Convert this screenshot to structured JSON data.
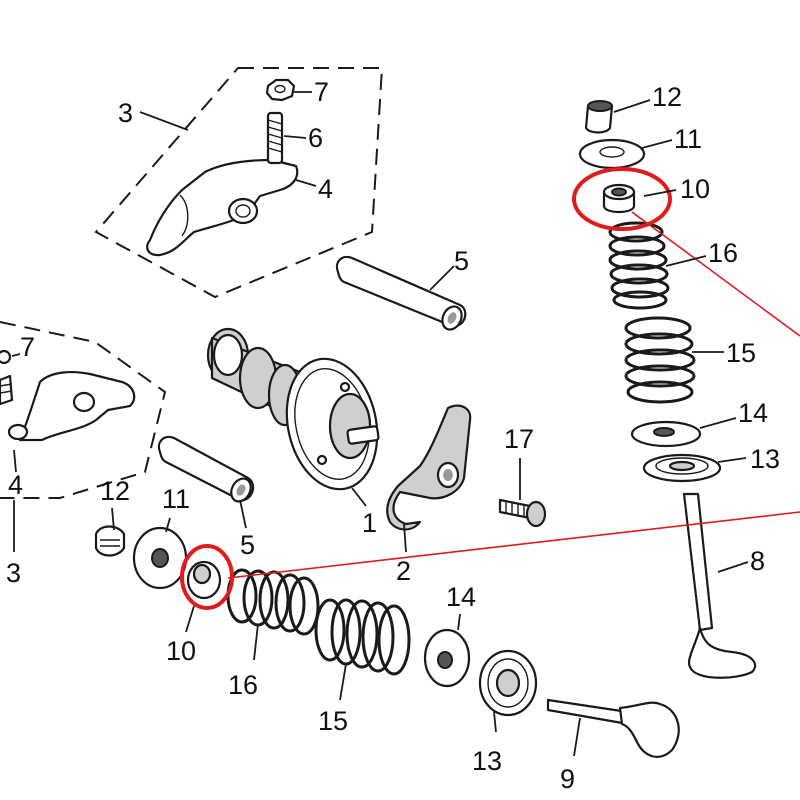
{
  "colors": {
    "highlight": "#e01b1b",
    "ink": "#1a1a1a"
  },
  "callouts": {
    "c3_top": "3",
    "c7_top": "7",
    "c6": "6",
    "c4_top": "4",
    "c5_top": "5",
    "c7_left": "7",
    "c4_left": "4",
    "c3_left": "3",
    "c12_left": "12",
    "c11_left": "11",
    "c5_left": "5",
    "c1": "1",
    "c2": "2",
    "c17": "17",
    "c10_left": "10",
    "c16_left": "16",
    "c15_left": "15",
    "c14_left": "14",
    "c13_left": "13",
    "c9": "9",
    "c12_right": "12",
    "c11_right": "11",
    "c10_right": "10",
    "c16_right": "16",
    "c15_right": "15",
    "c14_right": "14",
    "c13_right": "13",
    "c8": "8"
  }
}
